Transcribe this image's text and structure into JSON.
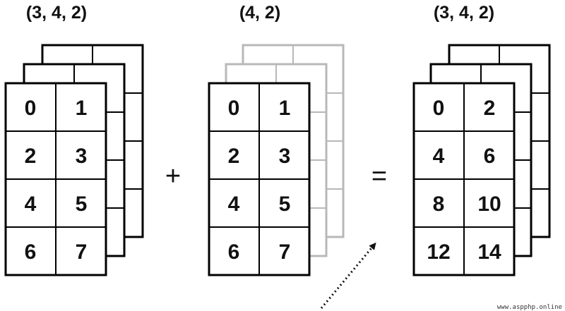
{
  "panels": [
    {
      "title": "(3, 4, 2)",
      "values": [
        "0",
        "1",
        "2",
        "3",
        "4",
        "5",
        "6",
        "7"
      ],
      "back_color": "#000000"
    },
    {
      "title": "(4, 2)",
      "values": [
        "0",
        "1",
        "2",
        "3",
        "4",
        "5",
        "6",
        "7"
      ],
      "back_color": "#b8b8b8"
    },
    {
      "title": "(3, 4, 2)",
      "values": [
        "0",
        "2",
        "4",
        "6",
        "8",
        "10",
        "12",
        "14"
      ],
      "back_color": "#000000"
    }
  ],
  "operators": {
    "plus": "+",
    "equals": "="
  },
  "watermark": "www.aspphp.online"
}
